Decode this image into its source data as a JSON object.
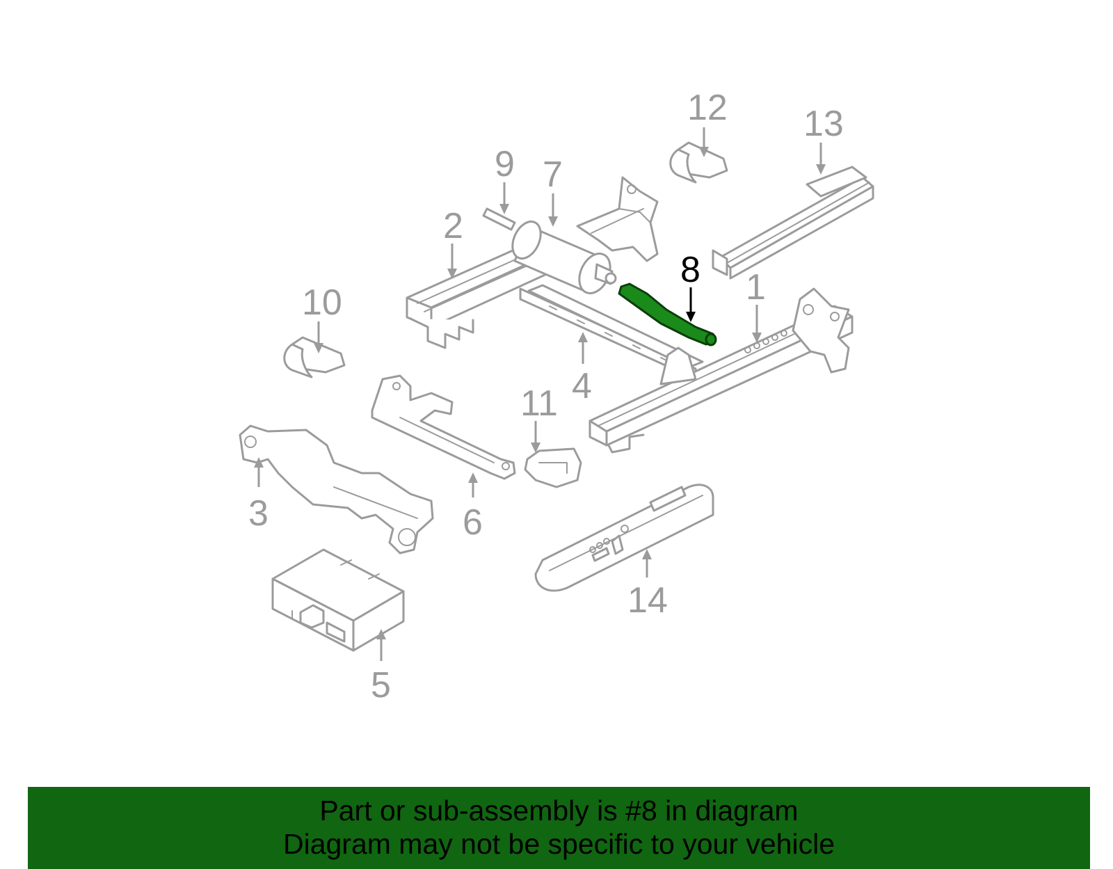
{
  "diagram": {
    "callouts": [
      "1",
      "2",
      "3",
      "4",
      "5",
      "6",
      "7",
      "8",
      "9",
      "10",
      "11",
      "12",
      "13",
      "14"
    ],
    "highlighted": "8",
    "colors": {
      "part_stroke": "#9b9b9b",
      "highlight_fill": "#1a8a1a",
      "banner_bg": "#116611"
    }
  },
  "banner": {
    "line1": "Part or sub-assembly is #8 in diagram",
    "line2": "Diagram may not be specific to your vehicle"
  }
}
